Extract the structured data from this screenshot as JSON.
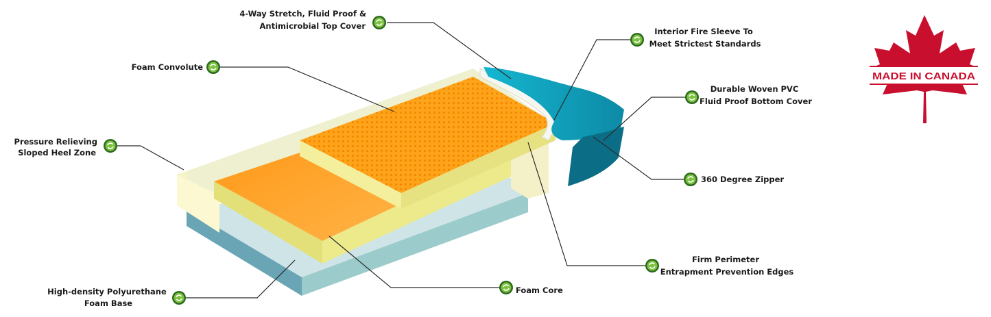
{
  "callouts": [
    {
      "id": "top-cover",
      "lines": [
        "4-Way Stretch, Fluid Proof &",
        "Antimicrobial Top Cover"
      ]
    },
    {
      "id": "fire-sleeve",
      "lines": [
        "Interior Fire Sleeve To",
        "Meet Strictest Standards"
      ]
    },
    {
      "id": "foam-convolute",
      "lines": [
        "Foam Convolute"
      ]
    },
    {
      "id": "bottom-cover",
      "lines": [
        "Durable Woven PVC",
        "Fluid Proof Bottom Cover"
      ]
    },
    {
      "id": "heel-zone",
      "lines": [
        "Pressure Relieving",
        "Sloped Heel Zone"
      ]
    },
    {
      "id": "zipper",
      "lines": [
        "360 Degree Zipper"
      ]
    },
    {
      "id": "firm-perimeter",
      "lines": [
        "Firm Perimeter",
        "Entrapment Prevention Edges"
      ]
    },
    {
      "id": "foam-base",
      "lines": [
        "High-density Polyurethane",
        "Foam Base"
      ]
    },
    {
      "id": "foam-core",
      "lines": [
        "Foam Core"
      ]
    }
  ],
  "badge": {
    "text": "MADE IN CANADA",
    "color": "#c8102e"
  },
  "icon": "green-circle-arrow-icon"
}
